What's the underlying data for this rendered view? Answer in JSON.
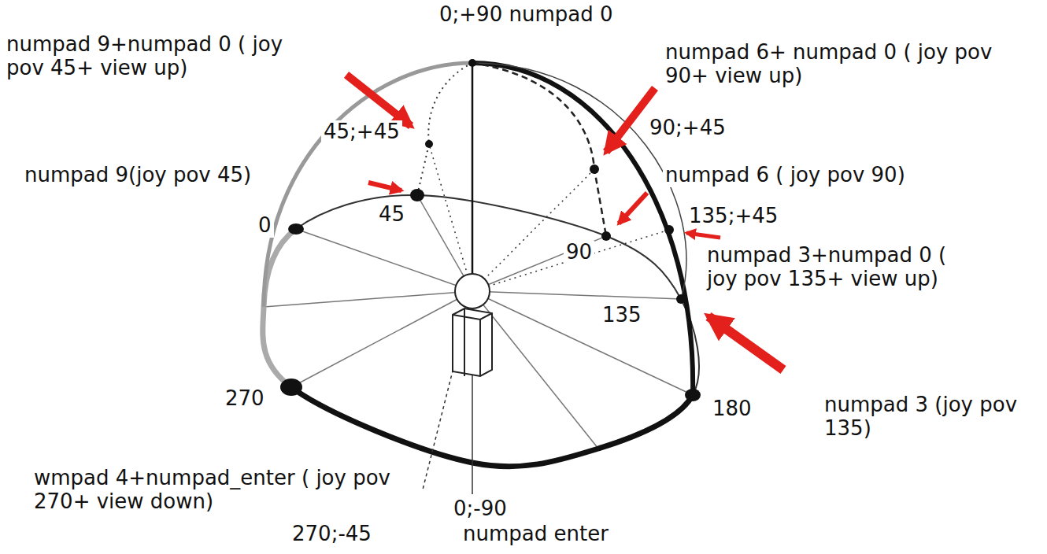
{
  "diagram": {
    "labels": [
      "0;+90 numpad 0",
      "numpad 9+numpad 0 ( joy pov 45+ view up)",
      "numpad 6+ numpad 0 ( joy pov 90+ view up)",
      "45;+45",
      "90;+45",
      "numpad 9(joy pov 45)",
      "numpad 6 ( joy pov 90)",
      "135;+45",
      "0",
      "45",
      "90",
      "numpad 3+numpad 0 ( joy pov 135+ view up)",
      "135",
      "270",
      "180",
      "numpad 3 (joy pov 135)",
      "wmpad 4+numpad_enter ( joy pov 270+ view down)",
      "0;-90",
      "270;-45",
      "numpad enter"
    ]
  }
}
